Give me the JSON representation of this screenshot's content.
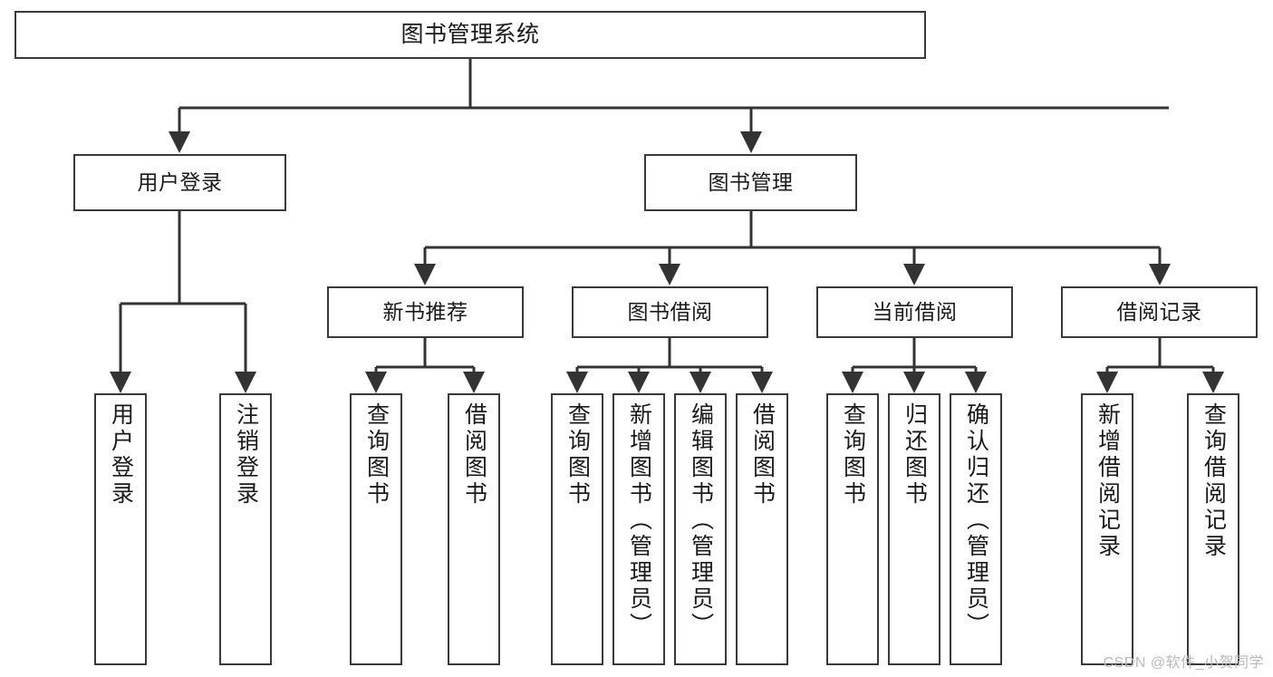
{
  "diagram": {
    "type": "tree-hierarchy",
    "title": "图书管理系统",
    "watermark": "CSDN @软件_小贺同学",
    "colors": {
      "background": "#ffffff",
      "box_border": "#3a3a3a",
      "box_fill": "#ffffff",
      "text": "#1a1a1a",
      "connector": "#333333",
      "watermark": "#b9b9b9"
    },
    "nodes": {
      "root": {
        "label": "图书管理系统",
        "level": 1,
        "orientation": "horizontal"
      },
      "l2": [
        {
          "id": "user-login",
          "label": "用户登录",
          "level": 2,
          "orientation": "horizontal"
        },
        {
          "id": "book-manage",
          "label": "图书管理",
          "level": 2,
          "orientation": "horizontal"
        }
      ],
      "l3": [
        {
          "id": "new-book-rec",
          "label": "新书推荐",
          "level": 3,
          "orientation": "horizontal"
        },
        {
          "id": "book-borrow",
          "label": "图书借阅",
          "level": 3,
          "orientation": "horizontal"
        },
        {
          "id": "current-borrow",
          "label": "当前借阅",
          "level": 3,
          "orientation": "horizontal"
        },
        {
          "id": "borrow-record",
          "label": "借阅记录",
          "level": 3,
          "orientation": "horizontal"
        }
      ],
      "leaves": [
        {
          "id": "leaf-user-login",
          "label": "用户登录",
          "parent": "user-login",
          "orientation": "vertical"
        },
        {
          "id": "leaf-user-logout",
          "label": "注销登录",
          "parent": "user-login",
          "orientation": "vertical"
        },
        {
          "id": "leaf-query-book-1",
          "label": "查询图书",
          "parent": "new-book-rec",
          "orientation": "vertical"
        },
        {
          "id": "leaf-borrow-book-1",
          "label": "借阅图书",
          "parent": "new-book-rec",
          "orientation": "vertical"
        },
        {
          "id": "leaf-query-book-2",
          "label": "查询图书",
          "parent": "book-borrow",
          "orientation": "vertical"
        },
        {
          "id": "leaf-add-book",
          "label": "新增图书（管理员）",
          "parent": "book-borrow",
          "orientation": "vertical"
        },
        {
          "id": "leaf-edit-book",
          "label": "编辑图书（管理员）",
          "parent": "book-borrow",
          "orientation": "vertical"
        },
        {
          "id": "leaf-borrow-book-2",
          "label": "借阅图书",
          "parent": "book-borrow",
          "orientation": "vertical"
        },
        {
          "id": "leaf-query-book-3",
          "label": "查询图书",
          "parent": "current-borrow",
          "orientation": "vertical"
        },
        {
          "id": "leaf-return-book",
          "label": "归还图书",
          "parent": "current-borrow",
          "orientation": "vertical"
        },
        {
          "id": "leaf-confirm-return",
          "label": "确认归还（管理员）",
          "parent": "current-borrow",
          "orientation": "vertical"
        },
        {
          "id": "leaf-add-record",
          "label": "新增借阅记录",
          "parent": "borrow-record",
          "orientation": "vertical"
        },
        {
          "id": "leaf-query-record",
          "label": "查询借阅记录",
          "parent": "borrow-record",
          "orientation": "vertical"
        }
      ]
    }
  }
}
